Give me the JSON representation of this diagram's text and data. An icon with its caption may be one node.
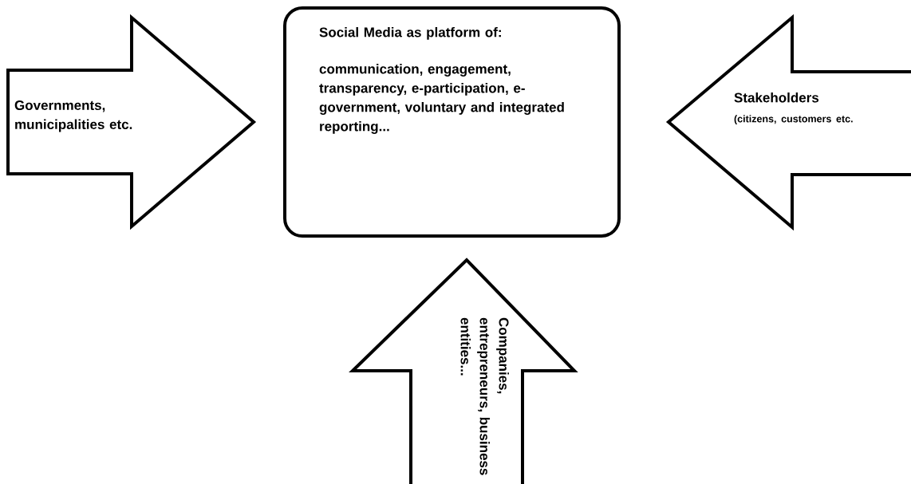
{
  "diagram": {
    "nodes": [
      {
        "text": [
          "Social Media as platform of:",
          "communication, engagement, transparency, e-participation, e-government, voluntary and integrated reporting..."
        ]
      },
      {
        "text": [
          "Governments, municipalities etc."
        ]
      },
      {
        "text": [
          "Stakeholders",
          "(citizens, customers etc."
        ]
      },
      {
        "text": [
          "Companies, entrepreneurs, business entities..."
        ]
      }
    ]
  }
}
